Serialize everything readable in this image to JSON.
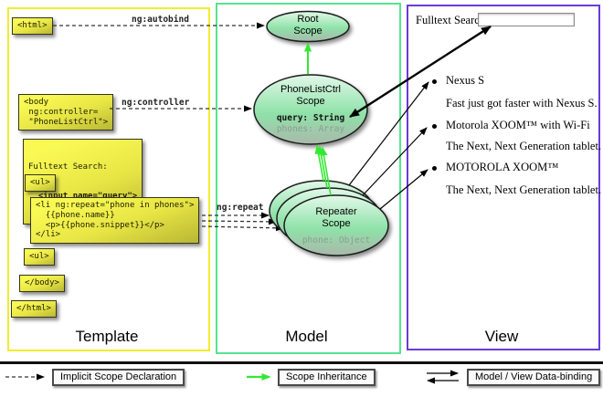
{
  "template_panel": {
    "label": "Template",
    "html_open": "<html>",
    "body_open": "<body\n ng:controller=\n \"PhoneListCtrl\">",
    "fulltext_label": "Fulltext Search:",
    "fulltext_code": "  <input name=\"query\">",
    "ul_open": "<ul>",
    "li_repeat": "<li ng:repeat=\"phone in phones\">\n  {{phone.name}}\n  <p>{{phone.snippet}}</p>\n</li>",
    "ul_close": "<ul>",
    "body_close": "</body>",
    "html_close": "</html>",
    "autobind_label": "ng:autobind",
    "controller_label": "ng:controller",
    "repeat_label": "ng:repeat"
  },
  "model_panel": {
    "label": "Model",
    "root_scope_title": "Root\nScope",
    "phonelist_title": "PhoneListCtrl\nScope",
    "phonelist_prop_query": "query: String",
    "phonelist_prop_phones": "phones: Array",
    "repeater_title": "Repeater\nScope",
    "repeater_prop_phone": "phone: Object"
  },
  "view_panel": {
    "label": "View",
    "search_label": "Fulltext Search:",
    "search_value": "",
    "items": [
      {
        "name": "Nexus S",
        "desc": "Fast just got faster with Nexus S."
      },
      {
        "name": "Motorola XOOM™ with Wi-Fi",
        "desc": "The Next, Next Generation tablet."
      },
      {
        "name": "MOTOROLA XOOM™",
        "desc": "The Next, Next Generation tablet."
      }
    ]
  },
  "legend": {
    "implicit_scope": "Implicit Scope Declaration",
    "scope_inheritance": "Scope Inheritance",
    "data_binding": "Model / View Data-binding"
  },
  "colors": {
    "template_border": "#f0ed2e",
    "model_border": "#57e391",
    "view_border": "#6a3bd8",
    "code_box_fill": "#f2f040",
    "scope_green": "#8fe2a9",
    "inheritance_arrow": "#33e833"
  }
}
